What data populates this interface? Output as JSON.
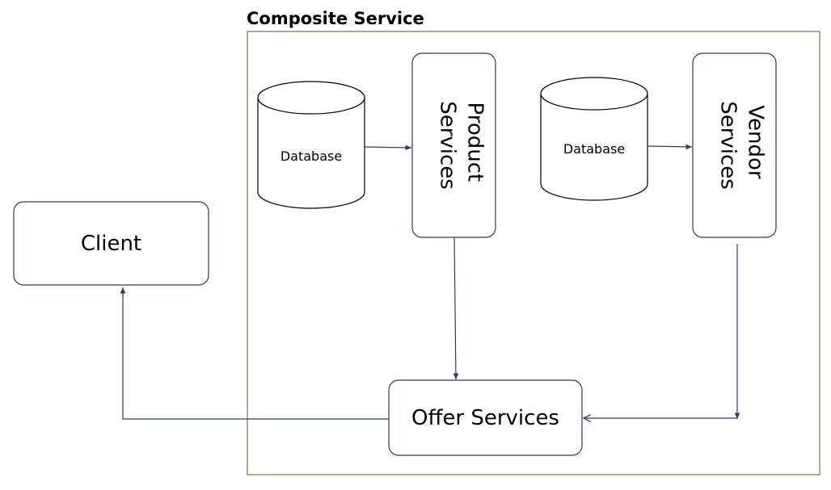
{
  "title": "Composite Service",
  "nodes": {
    "client": "Client",
    "product_services": [
      "Product",
      "Services"
    ],
    "vendor_services": [
      "Vendor",
      "Services"
    ],
    "offer_services": "Offer Services",
    "database_product": "Database",
    "database_vendor": "Database"
  },
  "edges": [
    {
      "from": "database_product",
      "to": "product_services"
    },
    {
      "from": "database_vendor",
      "to": "vendor_services"
    },
    {
      "from": "product_services",
      "to": "offer_services"
    },
    {
      "from": "vendor_services",
      "to": "offer_services"
    },
    {
      "from": "offer_services",
      "to": "client"
    }
  ],
  "colors": {
    "frame": "#4f6228",
    "edge": "#2f3b73",
    "node_border": "#2f3b57"
  }
}
